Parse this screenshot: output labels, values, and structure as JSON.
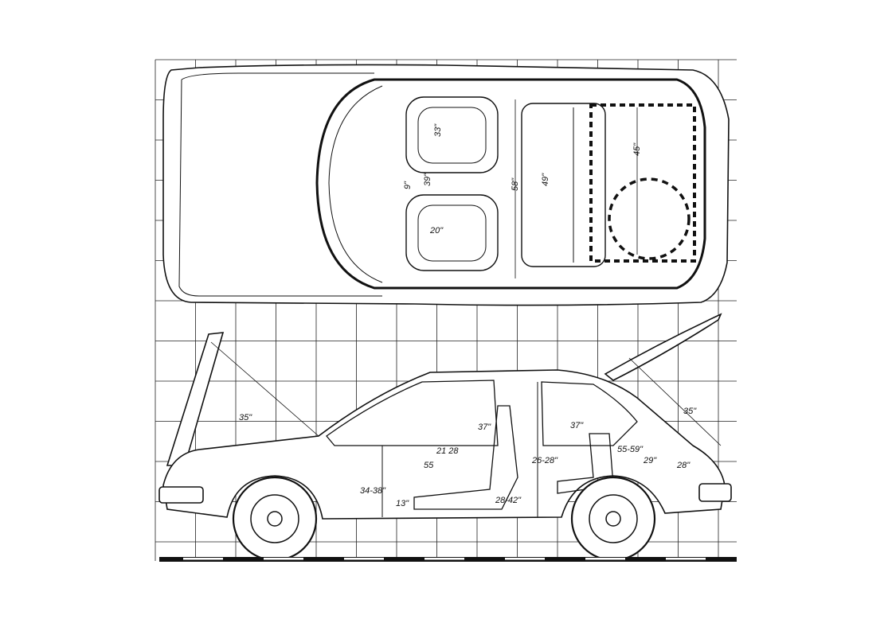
{
  "dimensions": {
    "top": {
      "seat_front": "33\"",
      "seat_rear": "39\"",
      "seat_width": "20\"",
      "gap": "9\"",
      "cabin_width": "58\"",
      "rear_seat_width": "49\"",
      "cargo_width": "45\""
    },
    "side": {
      "hood_angle": "35\"",
      "hatch_angle": "35\"",
      "front_legroom": "21  28",
      "front_headroom": "55",
      "rear_headroom": "37\"",
      "rear_headroom_b": "37\"",
      "mid_dims": "26-28\"",
      "cargo_length": "55-59\"",
      "cargo_depth": "29\"",
      "rear_height": "28\"",
      "pedal_dims": "34-38\"",
      "pedal_height": "13\"",
      "seat_dims": "28-42\""
    }
  },
  "colors": {
    "ink": "#111111",
    "grid": "#222222",
    "paper": "#ffffff"
  }
}
